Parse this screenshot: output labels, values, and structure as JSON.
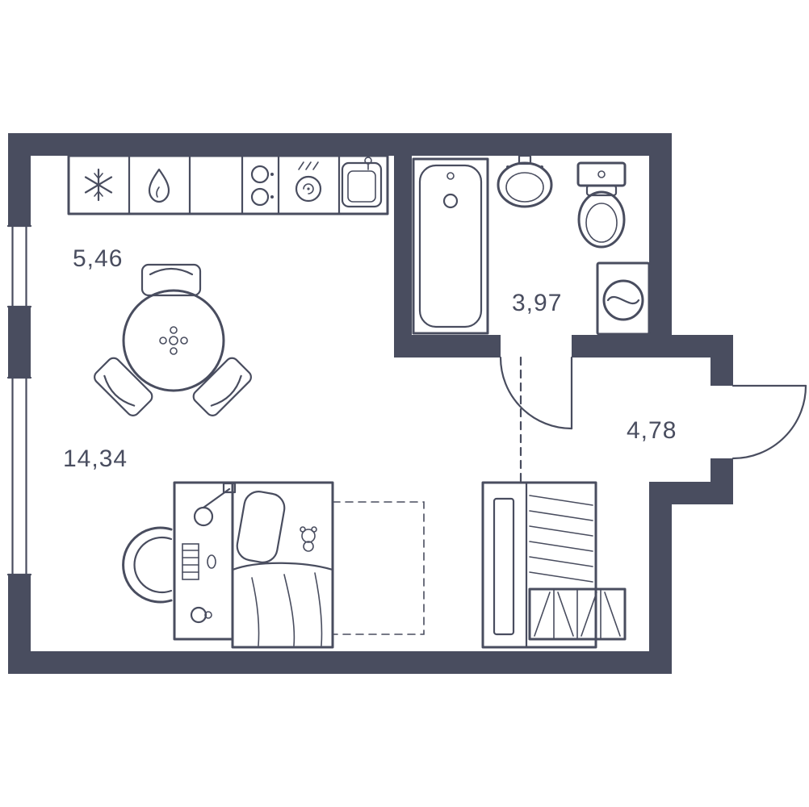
{
  "floorplan": {
    "type": "studio-apartment-floor-plan",
    "colors": {
      "wall": "#494d5f",
      "background": "#ffffff"
    },
    "rooms": [
      {
        "id": "kitchen",
        "area_label": "5,46"
      },
      {
        "id": "living-room",
        "area_label": "14,34"
      },
      {
        "id": "bathroom",
        "area_label": "3,97"
      },
      {
        "id": "hallway",
        "area_label": "4,78"
      }
    ],
    "fixtures": [
      "fridge-snowflake-icon",
      "flame-icon",
      "cooktop-icon",
      "hood-icon",
      "kitchen-sink",
      "bathtub",
      "washbasin",
      "toilet",
      "washing-machine",
      "dining-table",
      "dining-chairs",
      "bed",
      "pillow",
      "teddy-icon",
      "desk",
      "desk-lamp",
      "desk-chair",
      "wardrobe",
      "shoe-cabinet",
      "entrance-door",
      "bathroom-door",
      "window",
      "window"
    ]
  }
}
